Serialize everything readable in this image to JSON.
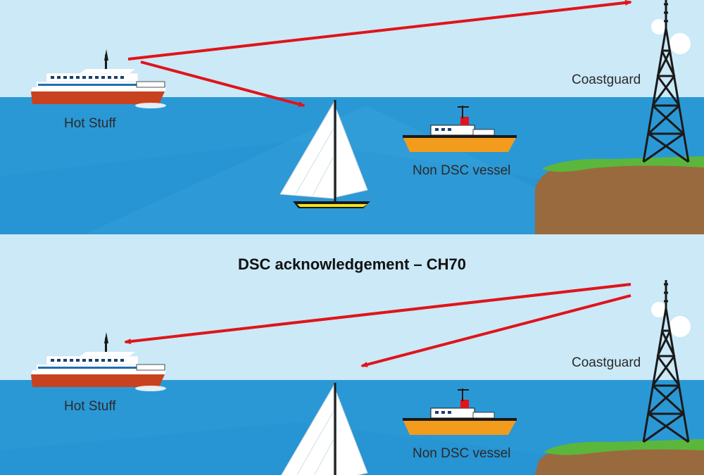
{
  "heading": "DSC acknowledgement – CH70",
  "panels": [
    {
      "labels": {
        "vessel": "Hot Stuff",
        "non_dsc": "Non DSC vessel",
        "coastguard": "Coastguard"
      }
    },
    {
      "labels": {
        "vessel": "Hot Stuff",
        "non_dsc": "Non DSC vessel",
        "coastguard": "Coastguard"
      }
    }
  ],
  "colors": {
    "sky": "#cbe9f7",
    "sea": "#2b98d6",
    "sea_dark": "#1f86c6",
    "arrow": "#e0141b",
    "land_grass": "#5bb73b",
    "land_cliff": "#9a6a3f",
    "hull_red": "#c8421f",
    "hull_orange": "#f29b1d",
    "tower": "#1a1a1a"
  },
  "icons": [
    "ferry-icon",
    "sailboat-icon",
    "tug-icon",
    "radio-tower-icon",
    "signal-arrow-icon"
  ]
}
